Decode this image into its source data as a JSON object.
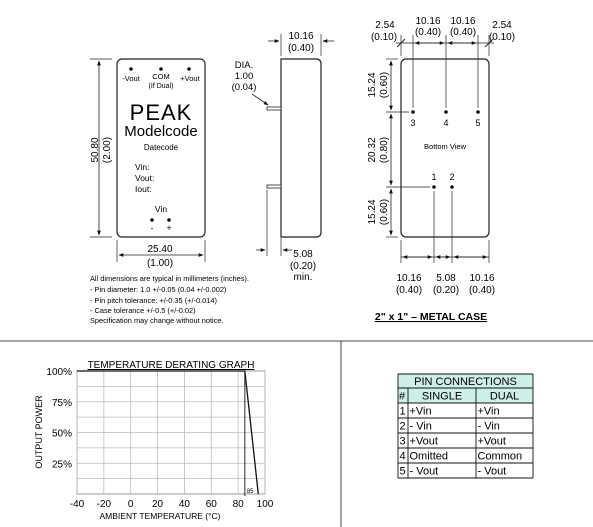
{
  "front_view": {
    "pins": [
      "-Vout",
      "COM",
      "+Vout"
    ],
    "com_note": "(If Dual)",
    "brand": "PEAK",
    "model": "Modelcode",
    "datecode": "Datecode",
    "fields": [
      "Vin:",
      "Vout:",
      "Iout:"
    ],
    "vin_label": "Vin",
    "vin_pins": [
      "-",
      "+"
    ],
    "height_mm": "50.80",
    "height_in": "(2.00)",
    "width_mm": "25.40",
    "width_in": "(1.00)"
  },
  "side_view": {
    "thickness_mm": "10.16",
    "thickness_in": "(0.40)",
    "dia_label": "DIA.",
    "dia_mm": "1.00",
    "dia_in": "(0.04)",
    "pin_len_mm": "5.08",
    "pin_len_in": "(0.20)",
    "pin_len_note": "min."
  },
  "bottom_view": {
    "top_dims": [
      {
        "mm": "2.54",
        "in": "(0.10)"
      },
      {
        "mm": "10.16",
        "in": "(0.40)"
      },
      {
        "mm": "10.16",
        "in": "(0.40)"
      },
      {
        "mm": "2.54",
        "in": "(0.10)"
      }
    ],
    "left_dims": [
      {
        "mm": "15.24",
        "in": "(0.60)"
      },
      {
        "mm": "20.32",
        "in": "(0.80)"
      },
      {
        "mm": "15.24",
        "in": "(0.60)"
      }
    ],
    "bottom_dims": [
      {
        "mm": "10.16",
        "in": "(0.40)"
      },
      {
        "mm": "5.08",
        "in": "(0.20)"
      },
      {
        "mm": "10.16",
        "in": "(0.40)"
      }
    ],
    "top_pins": [
      "3",
      "4",
      "5"
    ],
    "bottom_pins": [
      "1",
      "2"
    ],
    "label": "Bottom View"
  },
  "notes": [
    "All dimensions are typical in millimeters (inches).",
    "- Pin diameter: 1.0 +/-0.05 (0.04 +/-0.002)",
    "- Pin pitch tolerance: +/-0.35 (+/-0.014)",
    "- Case tolerance +/-0.5 (+/-0.02)",
    "Specification may change without notice."
  ],
  "case_title": "2\" x 1\"  – METAL CASE",
  "chart_data": {
    "type": "line",
    "title": "TEMPERATURE DERATING GRAPH",
    "xlabel": "AMBIENT TEMPERATURE (°C)",
    "ylabel": "OUTPUT POWER",
    "x_ticks": [
      "-40",
      "-20",
      "0",
      "20",
      "40",
      "60",
      "80",
      "100"
    ],
    "y_ticks": [
      "100%",
      "75%",
      "50%",
      "25%"
    ],
    "xlim": [
      -40,
      100
    ],
    "ylim": [
      0,
      100
    ],
    "grid": true,
    "derating_start_label": "85",
    "series": [
      {
        "x": [
          -40,
          85,
          95
        ],
        "y": [
          100,
          100,
          0
        ]
      }
    ]
  },
  "pin_table": {
    "title": "PIN CONNECTIONS",
    "headers": [
      "#",
      "SINGLE",
      "DUAL"
    ],
    "rows": [
      [
        "1",
        "+Vin",
        "+Vin"
      ],
      [
        "2",
        "- Vin",
        "- Vin"
      ],
      [
        "3",
        "+Vout",
        "+Vout"
      ],
      [
        "4",
        "Omitted",
        "Common"
      ],
      [
        "5",
        "- Vout",
        "- Vout"
      ]
    ],
    "header_color": "#cdeee9"
  }
}
